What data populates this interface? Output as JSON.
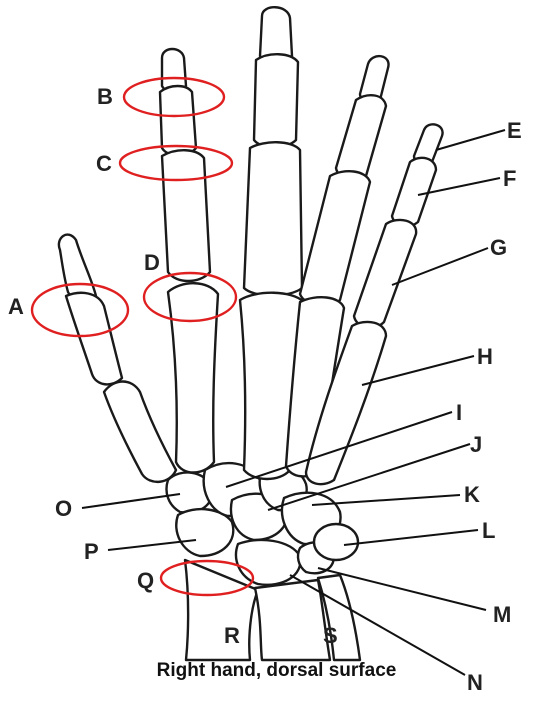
{
  "labels": {
    "A": "A",
    "B": "B",
    "C": "C",
    "D": "D",
    "E": "E",
    "F": "F",
    "G": "G",
    "H": "H",
    "I": "I",
    "J": "J",
    "K": "K",
    "L": "L",
    "M": "M",
    "N": "N",
    "O": "O",
    "P": "P",
    "Q": "Q",
    "R": "R",
    "S": "S"
  },
  "caption": "Right hand, dorsal surface",
  "colors": {
    "bone_outline": "#1a1a1a",
    "highlight_ring": "#e02020",
    "leader_line": "#111111"
  }
}
